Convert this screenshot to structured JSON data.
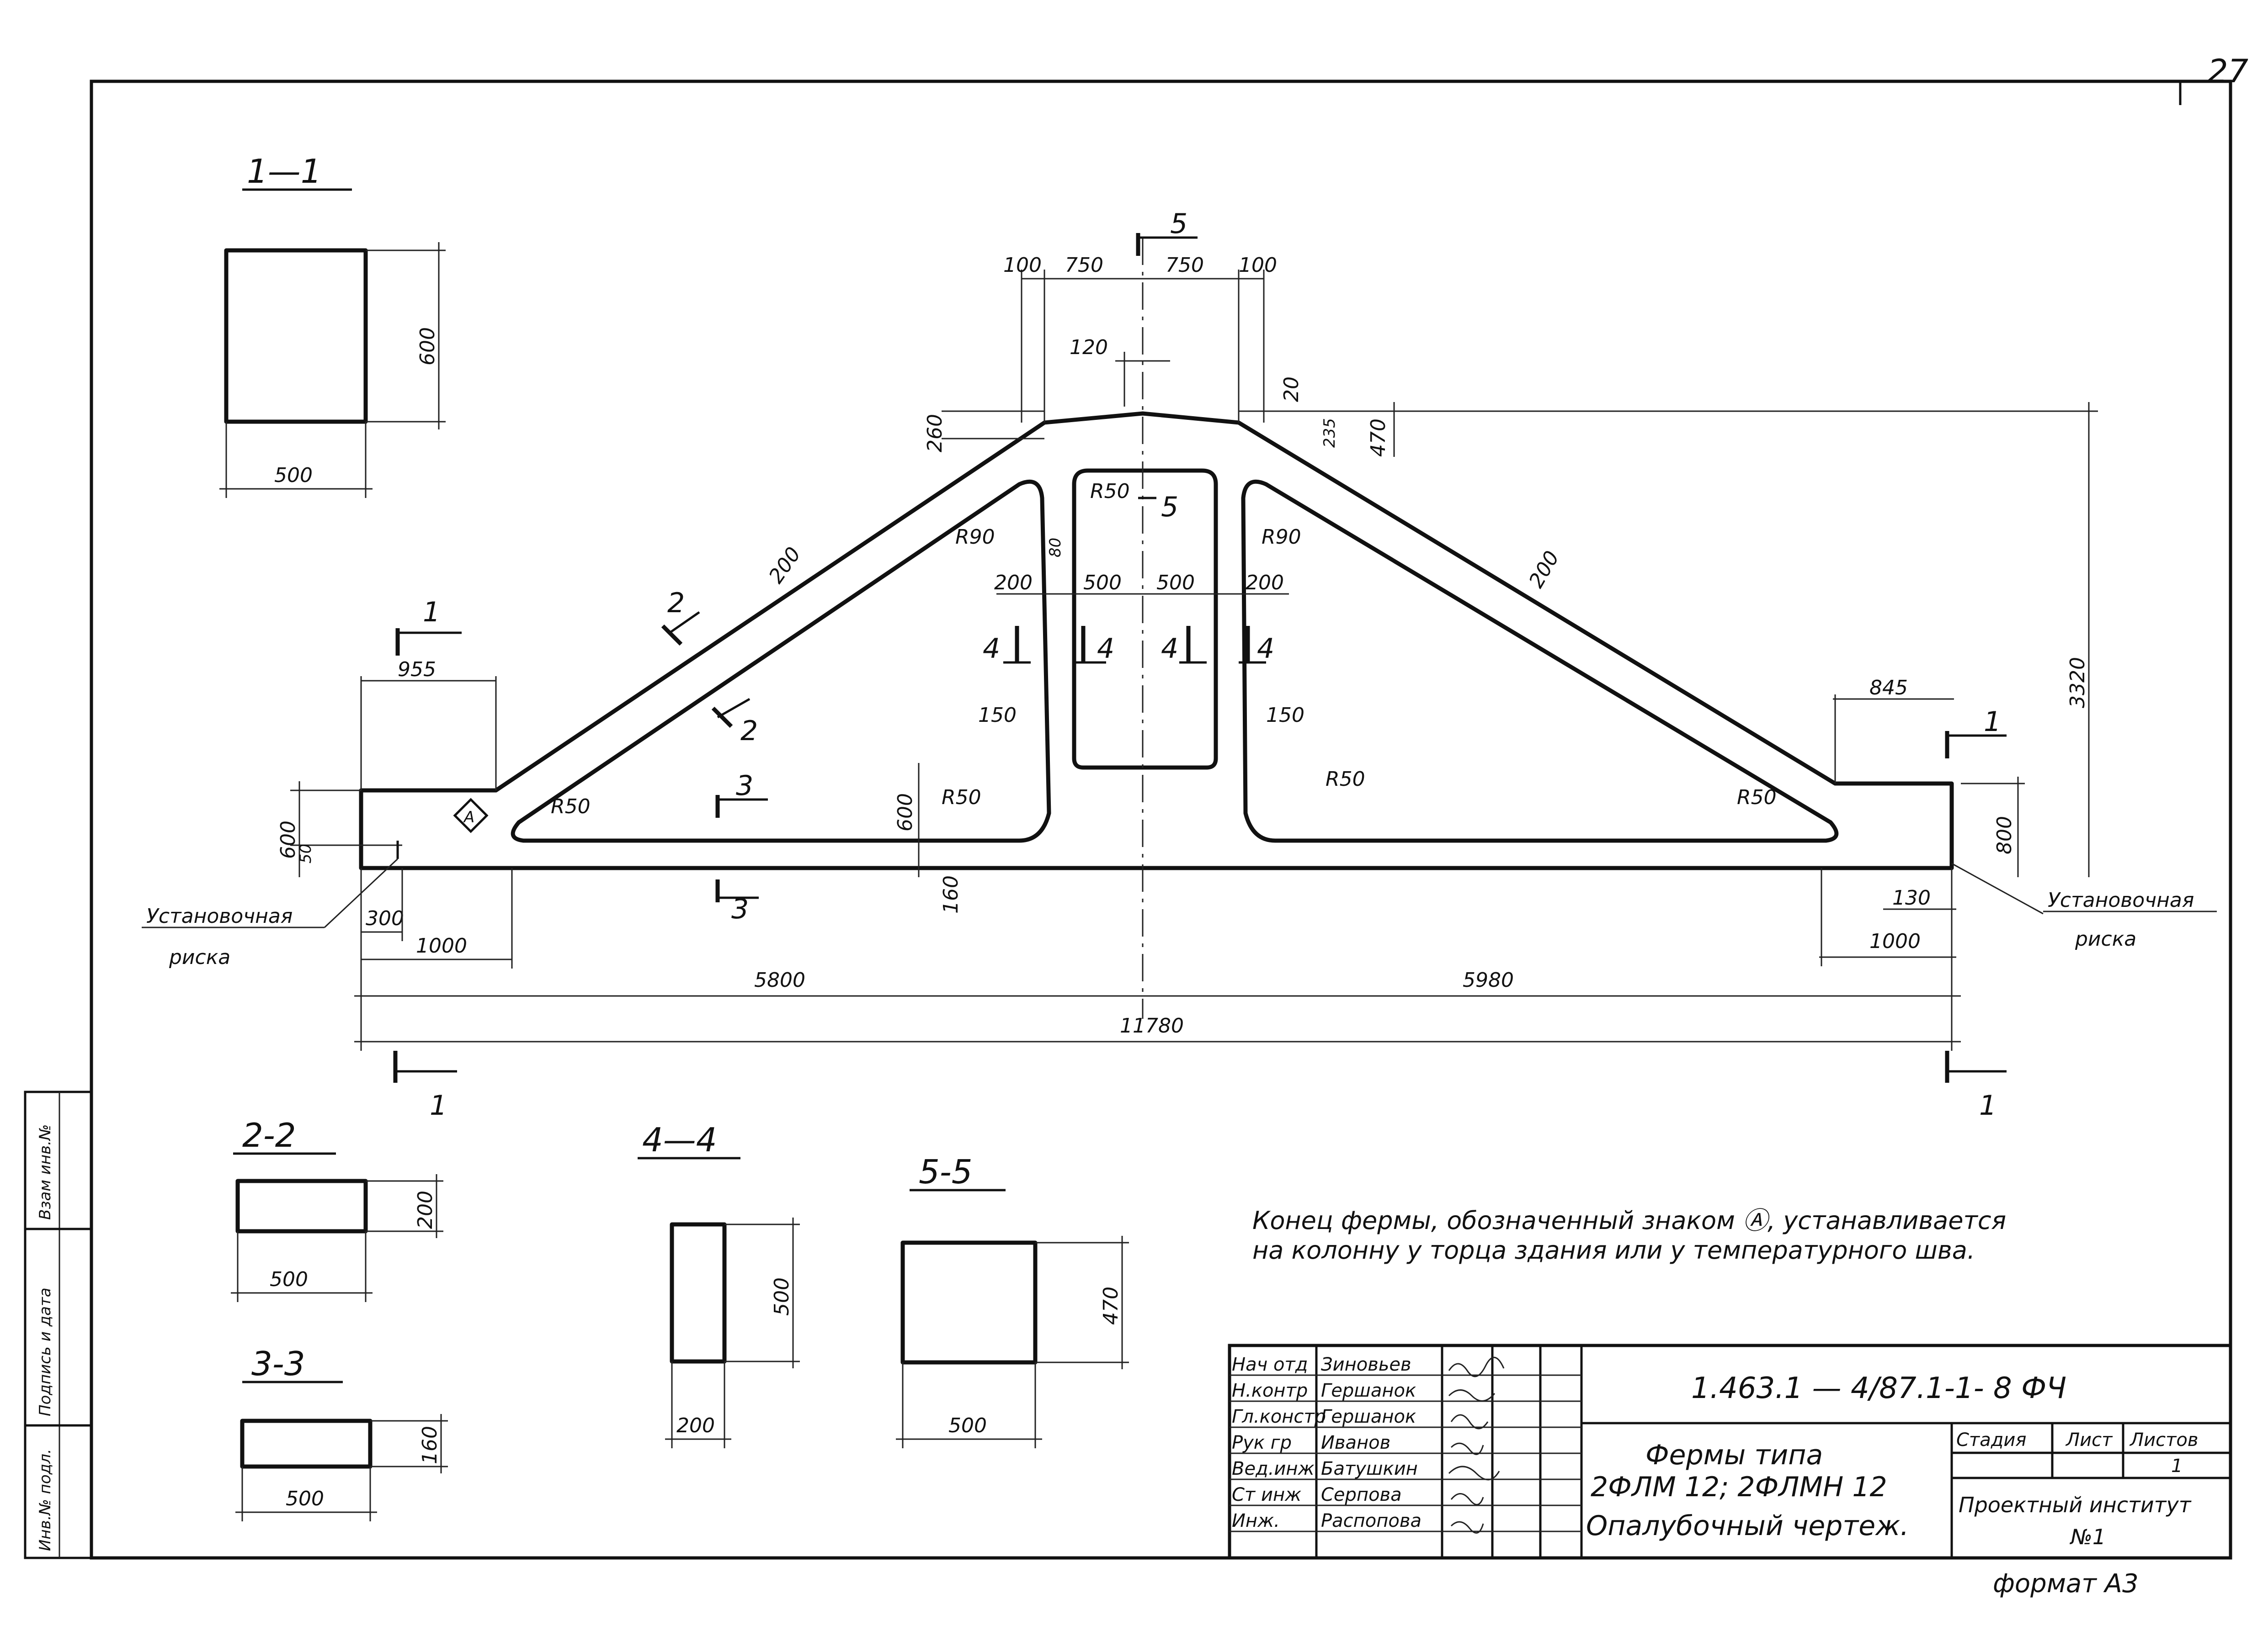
{
  "page_number": "27",
  "sections": {
    "s11": "1—1",
    "s22": "2-2",
    "s33": "3-3",
    "s44": "4—4",
    "s55": "5-5"
  },
  "sec_dims": {
    "s11_h": "600",
    "s11_w": "500",
    "s22_h": "200",
    "s22_w": "500",
    "s33_h": "160",
    "s33_w": "500",
    "s44_h": "500",
    "s44_w": "200",
    "s55_h": "470",
    "s55_w": "500"
  },
  "dims": {
    "d100a": "100",
    "d750a": "750",
    "d750b": "750",
    "d100b": "100",
    "d120": "120",
    "d20": "20",
    "d260": "260",
    "d235": "235",
    "d470": "470",
    "r50_top": "R50",
    "d5_label": "5",
    "r90_left": "R90",
    "r90_right": "R90",
    "d80": "80",
    "d200_l": "200",
    "d500_l": "500",
    "d500_r": "500",
    "d200_r": "200",
    "d200_lchord": "200",
    "d200_rchord": "200",
    "d955": "955",
    "d845": "845",
    "d3320": "3320",
    "d150_l": "150",
    "d150_r": "150",
    "d600_l": "600",
    "d50": "50",
    "r50_l1": "R50",
    "r50_l2": "R50",
    "r50_r1": "R50",
    "r50_r2": "R50",
    "d600_mid": "600",
    "d160": "160",
    "d800": "800",
    "d130": "130",
    "d300": "300",
    "d1000_l": "1000",
    "d1000_r": "1000",
    "d5800": "5800",
    "d5980": "5980",
    "d11780": "11780",
    "marker_a": "A"
  },
  "cut_labels": {
    "c1": "1",
    "c2": "2",
    "c3": "3",
    "c4": "4",
    "c5": "5"
  },
  "labels": {
    "mark_left": "Установочная",
    "mark_left2": "риска",
    "mark_right": "Установочная",
    "mark_right2": "риска"
  },
  "note": {
    "line1": "Конец фермы, обозначенный знаком Ⓐ, устанавливается",
    "line2": "на колонну у торца здания или у температурного шва."
  },
  "title_block": {
    "doc_code": "1.463.1 — 4/87.1-1- 8 ФЧ",
    "roles": [
      "Нач отд",
      "Н.контр",
      "Гл.констр",
      "Рук гр",
      "Вед.инж",
      "Ст инж",
      "Инж."
    ],
    "names": [
      "Зиновьев",
      "Гершанок",
      "Гершанок",
      "Иванов",
      "Батушкин",
      "Серпова",
      "Распопова"
    ],
    "title1": "Фермы типа",
    "title2": "2ФЛМ 12; 2ФЛМН 12",
    "title3": "Опалубочный чертеж.",
    "stage_label": "Стадия",
    "sheet_label": "Лист",
    "sheets_label": "Листов",
    "sheets_value": "1",
    "org1": "Проектный институт",
    "org2": "№1"
  },
  "side_stamp": [
    "Инв.№ подл.",
    "Подпись и дата",
    "Взам инв.№"
  ],
  "format": "формат А3"
}
